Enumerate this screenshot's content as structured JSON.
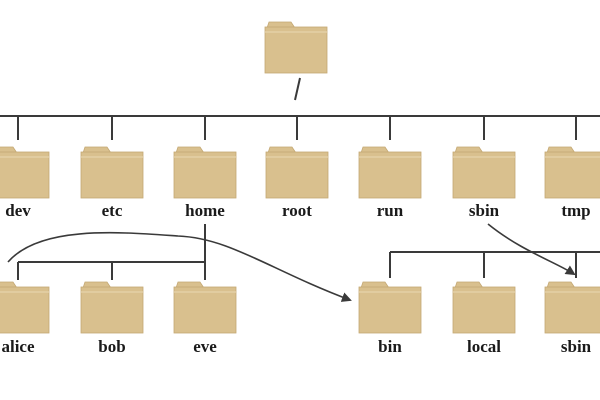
{
  "folder_color": "#D9C08E",
  "folder_tab_color": "#D9C08E",
  "line_color": "#3a3a3a",
  "root": {
    "label": "/",
    "icon": "folder-icon"
  },
  "top_level": [
    {
      "id": "dev",
      "label": "dev"
    },
    {
      "id": "etc",
      "label": "etc"
    },
    {
      "id": "home",
      "label": "home"
    },
    {
      "id": "root",
      "label": "root"
    },
    {
      "id": "run",
      "label": "run"
    },
    {
      "id": "sbin",
      "label": "sbin"
    },
    {
      "id": "tmp",
      "label": "tmp"
    }
  ],
  "home_children": [
    {
      "id": "alice",
      "label": "alice"
    },
    {
      "id": "bob",
      "label": "bob"
    },
    {
      "id": "eve",
      "label": "eve"
    }
  ],
  "usr_children": [
    {
      "id": "bin",
      "label": "bin"
    },
    {
      "id": "local",
      "label": "local"
    },
    {
      "id": "sbin2",
      "label": "sbin"
    }
  ]
}
